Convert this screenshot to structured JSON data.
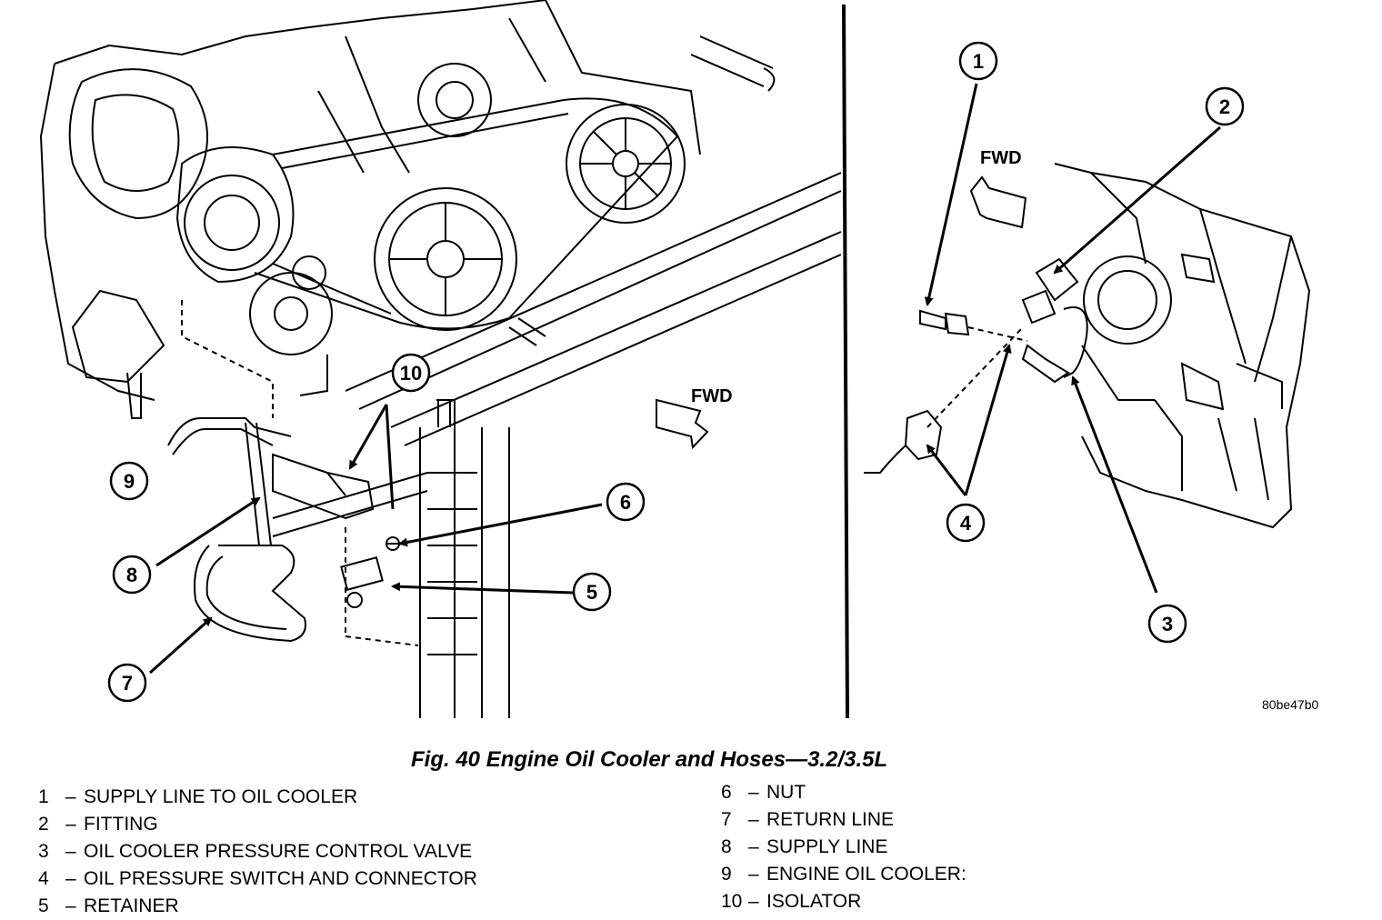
{
  "figure": {
    "caption": "Fig. 40 Engine Oil Cooler and Hoses—3.2/3.5L",
    "reference_code": "80be47b0",
    "fwd_labels": [
      "FWD",
      "FWD"
    ],
    "callouts": [
      "1",
      "2",
      "3",
      "4",
      "5",
      "6",
      "7",
      "8",
      "9",
      "10"
    ]
  },
  "legend": {
    "left": [
      {
        "num": "1",
        "dash": "–",
        "text": "SUPPLY LINE TO OIL COOLER"
      },
      {
        "num": "2",
        "dash": "–",
        "text": "FITTING"
      },
      {
        "num": "3",
        "dash": "–",
        "text": "OIL COOLER PRESSURE CONTROL VALVE"
      },
      {
        "num": "4",
        "dash": "–",
        "text": "OIL PRESSURE SWITCH AND CONNECTOR"
      },
      {
        "num": "5",
        "dash": "–",
        "text": "RETAINER"
      }
    ],
    "right": [
      {
        "num": "6",
        "dash": "–",
        "text": "NUT"
      },
      {
        "num": "7",
        "dash": "–",
        "text": "RETURN LINE"
      },
      {
        "num": "8",
        "dash": "–",
        "text": "SUPPLY LINE"
      },
      {
        "num": "9",
        "dash": "–",
        "text": "ENGINE OIL COOLER:"
      },
      {
        "num": "10",
        "dash": "–",
        "text": "ISOLATOR"
      }
    ]
  }
}
